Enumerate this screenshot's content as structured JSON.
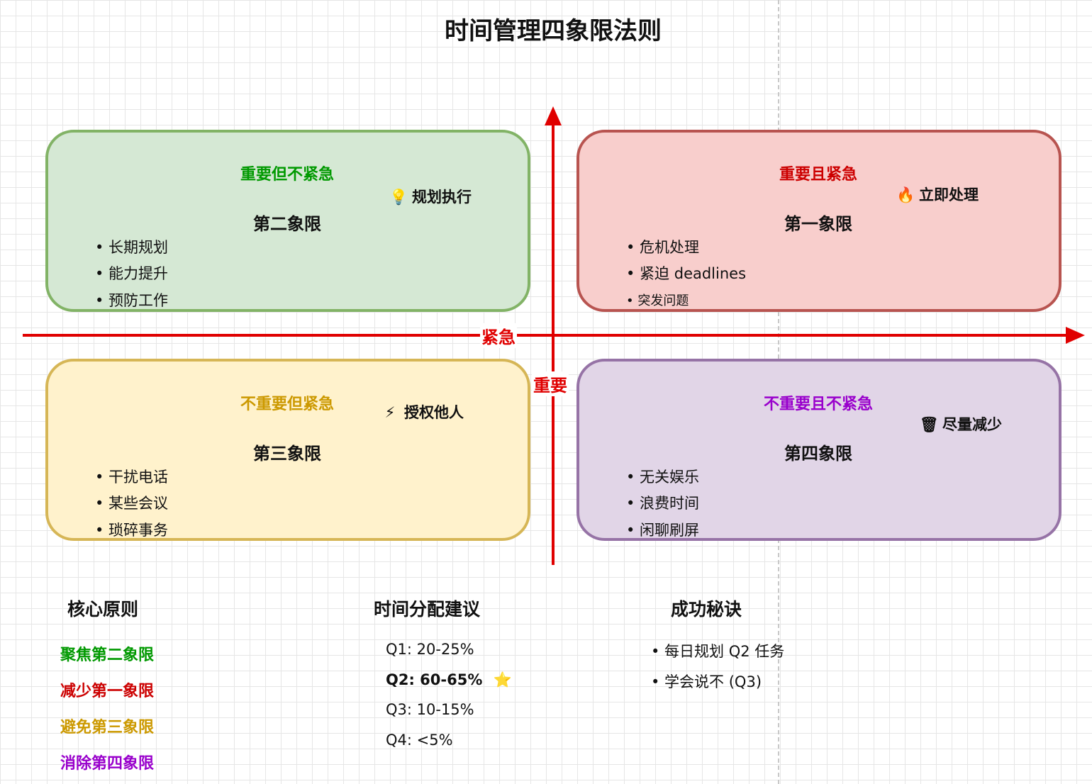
{
  "title": "时间管理四象限法则",
  "colors": {
    "axis": "#e00000",
    "green": "#009900",
    "red": "#cc0000",
    "gold": "#cc9900",
    "purple": "#9900cc"
  },
  "axes": {
    "x_label": "紧急",
    "y_label": "重要"
  },
  "quadrants": {
    "q2": {
      "header": "重要但不紧急",
      "name": "第二象限",
      "icon": "lightbulb-icon",
      "action": "规划执行",
      "items": [
        "• 长期规划",
        "• 能力提升",
        "• 预防工作"
      ]
    },
    "q1": {
      "header": "重要且紧急",
      "name": "第一象限",
      "icon": "fire-icon",
      "action": "立即处理",
      "items": [
        "• 危机处理",
        "• 紧迫 deadlines",
        "• 突发问题"
      ]
    },
    "q3": {
      "header": "不重要但紧急",
      "name": "第三象限",
      "icon": "lightning-icon",
      "action": "授权他人",
      "items": [
        "• 干扰电话",
        "• 某些会议",
        "• 琐碎事务"
      ]
    },
    "q4": {
      "header": "不重要且不紧急",
      "name": "第四象限",
      "icon": "trash-icon",
      "action": "尽量减少",
      "items": [
        "• 无关娱乐",
        "• 浪费时间",
        "• 闲聊刷屏"
      ]
    }
  },
  "principles": {
    "title": "核心原则",
    "items": [
      "聚焦第二象限",
      "减少第一象限",
      "避免第三象限",
      "消除第四象限"
    ]
  },
  "allocation": {
    "title": "时间分配建议",
    "items": [
      "Q1: 20-25%",
      "Q2: 60-65%",
      "Q3: 10-15%",
      "Q4: <5%"
    ],
    "star_icon": "star-icon"
  },
  "tips": {
    "title": "成功秘诀",
    "items": [
      "• 每日规划 Q2 任务",
      "• 学会说不 (Q3)"
    ]
  }
}
